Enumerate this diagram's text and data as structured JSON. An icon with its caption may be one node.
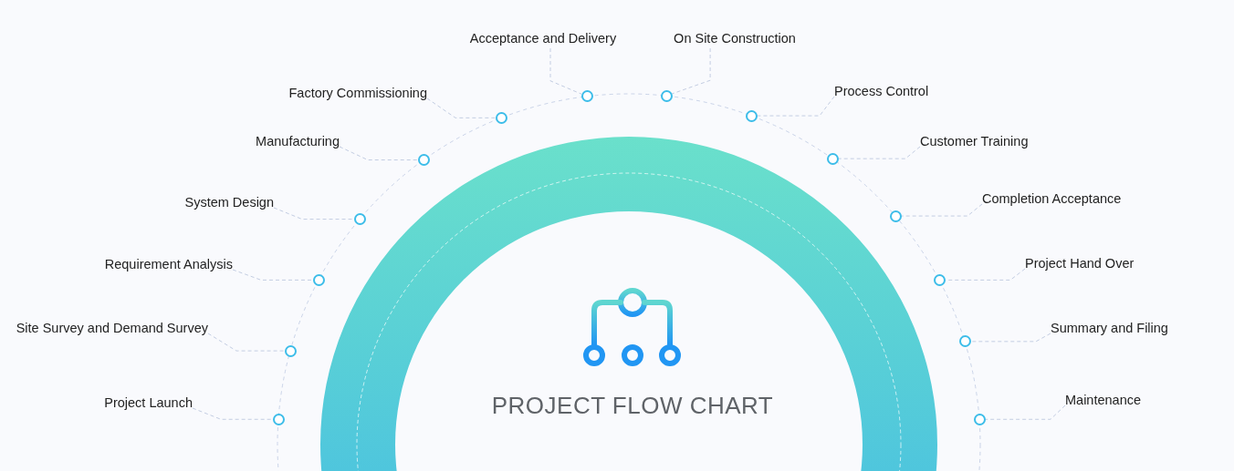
{
  "diagram": {
    "title": "PROJECT FLOW CHART",
    "nodes": [
      {
        "text": [
          "Project Launch"
        ]
      },
      {
        "text": [
          "Site Survey and Demand Survey"
        ]
      },
      {
        "text": [
          "Requirement Analysis"
        ]
      },
      {
        "text": [
          "System Design"
        ]
      },
      {
        "text": [
          "Manufacturing"
        ]
      },
      {
        "text": [
          "Factory Commissioning"
        ]
      },
      {
        "text": [
          "Acceptance and Delivery"
        ]
      },
      {
        "text": [
          "On Site Construction"
        ]
      },
      {
        "text": [
          "Process Control"
        ]
      },
      {
        "text": [
          "Customer Training"
        ]
      },
      {
        "text": [
          "Completion Acceptance"
        ]
      },
      {
        "text": [
          "Project Hand Over"
        ]
      },
      {
        "text": [
          "Summary and Filing"
        ]
      },
      {
        "text": [
          "Maintenance"
        ]
      },
      {
        "text": [],
        "shape": "circle"
      },
      {
        "text": [],
        "shape": "circle"
      },
      {
        "text": [],
        "shape": "circle"
      },
      {
        "text": [],
        "shape": "circle"
      },
      {
        "text": [],
        "shape": "circle"
      },
      {
        "text": [],
        "shape": "circle"
      },
      {
        "text": [],
        "shape": "circle"
      },
      {
        "text": [],
        "shape": "circle"
      },
      {
        "text": [],
        "shape": "circle"
      },
      {
        "text": [],
        "shape": "circle"
      },
      {
        "text": [],
        "shape": "circle"
      },
      {
        "text": [],
        "shape": "circle"
      },
      {
        "text": [],
        "shape": "circle"
      },
      {
        "text": [],
        "shape": "circle"
      }
    ],
    "edges": [
      {
        "from": 0,
        "to": 14,
        "arrow": "none",
        "style": "dashed"
      },
      {
        "from": 1,
        "to": 15,
        "arrow": "none",
        "style": "dashed"
      },
      {
        "from": 2,
        "to": 16,
        "arrow": "none",
        "style": "dashed"
      },
      {
        "from": 3,
        "to": 17,
        "arrow": "none",
        "style": "dashed"
      },
      {
        "from": 4,
        "to": 18,
        "arrow": "none",
        "style": "dashed"
      },
      {
        "from": 5,
        "to": 19,
        "arrow": "none",
        "style": "dashed"
      },
      {
        "from": 6,
        "to": 20,
        "arrow": "none",
        "style": "dashed"
      },
      {
        "from": 7,
        "to": 21,
        "arrow": "none",
        "style": "dashed"
      },
      {
        "from": 8,
        "to": 22,
        "arrow": "none",
        "style": "dashed"
      },
      {
        "from": 9,
        "to": 23,
        "arrow": "none",
        "style": "dashed"
      },
      {
        "from": 10,
        "to": 24,
        "arrow": "none",
        "style": "dashed"
      },
      {
        "from": 11,
        "to": 25,
        "arrow": "none",
        "style": "dashed"
      },
      {
        "from": 12,
        "to": 26,
        "arrow": "none",
        "style": "dashed"
      },
      {
        "from": 13,
        "to": 27,
        "arrow": "none",
        "style": "dashed"
      }
    ]
  }
}
